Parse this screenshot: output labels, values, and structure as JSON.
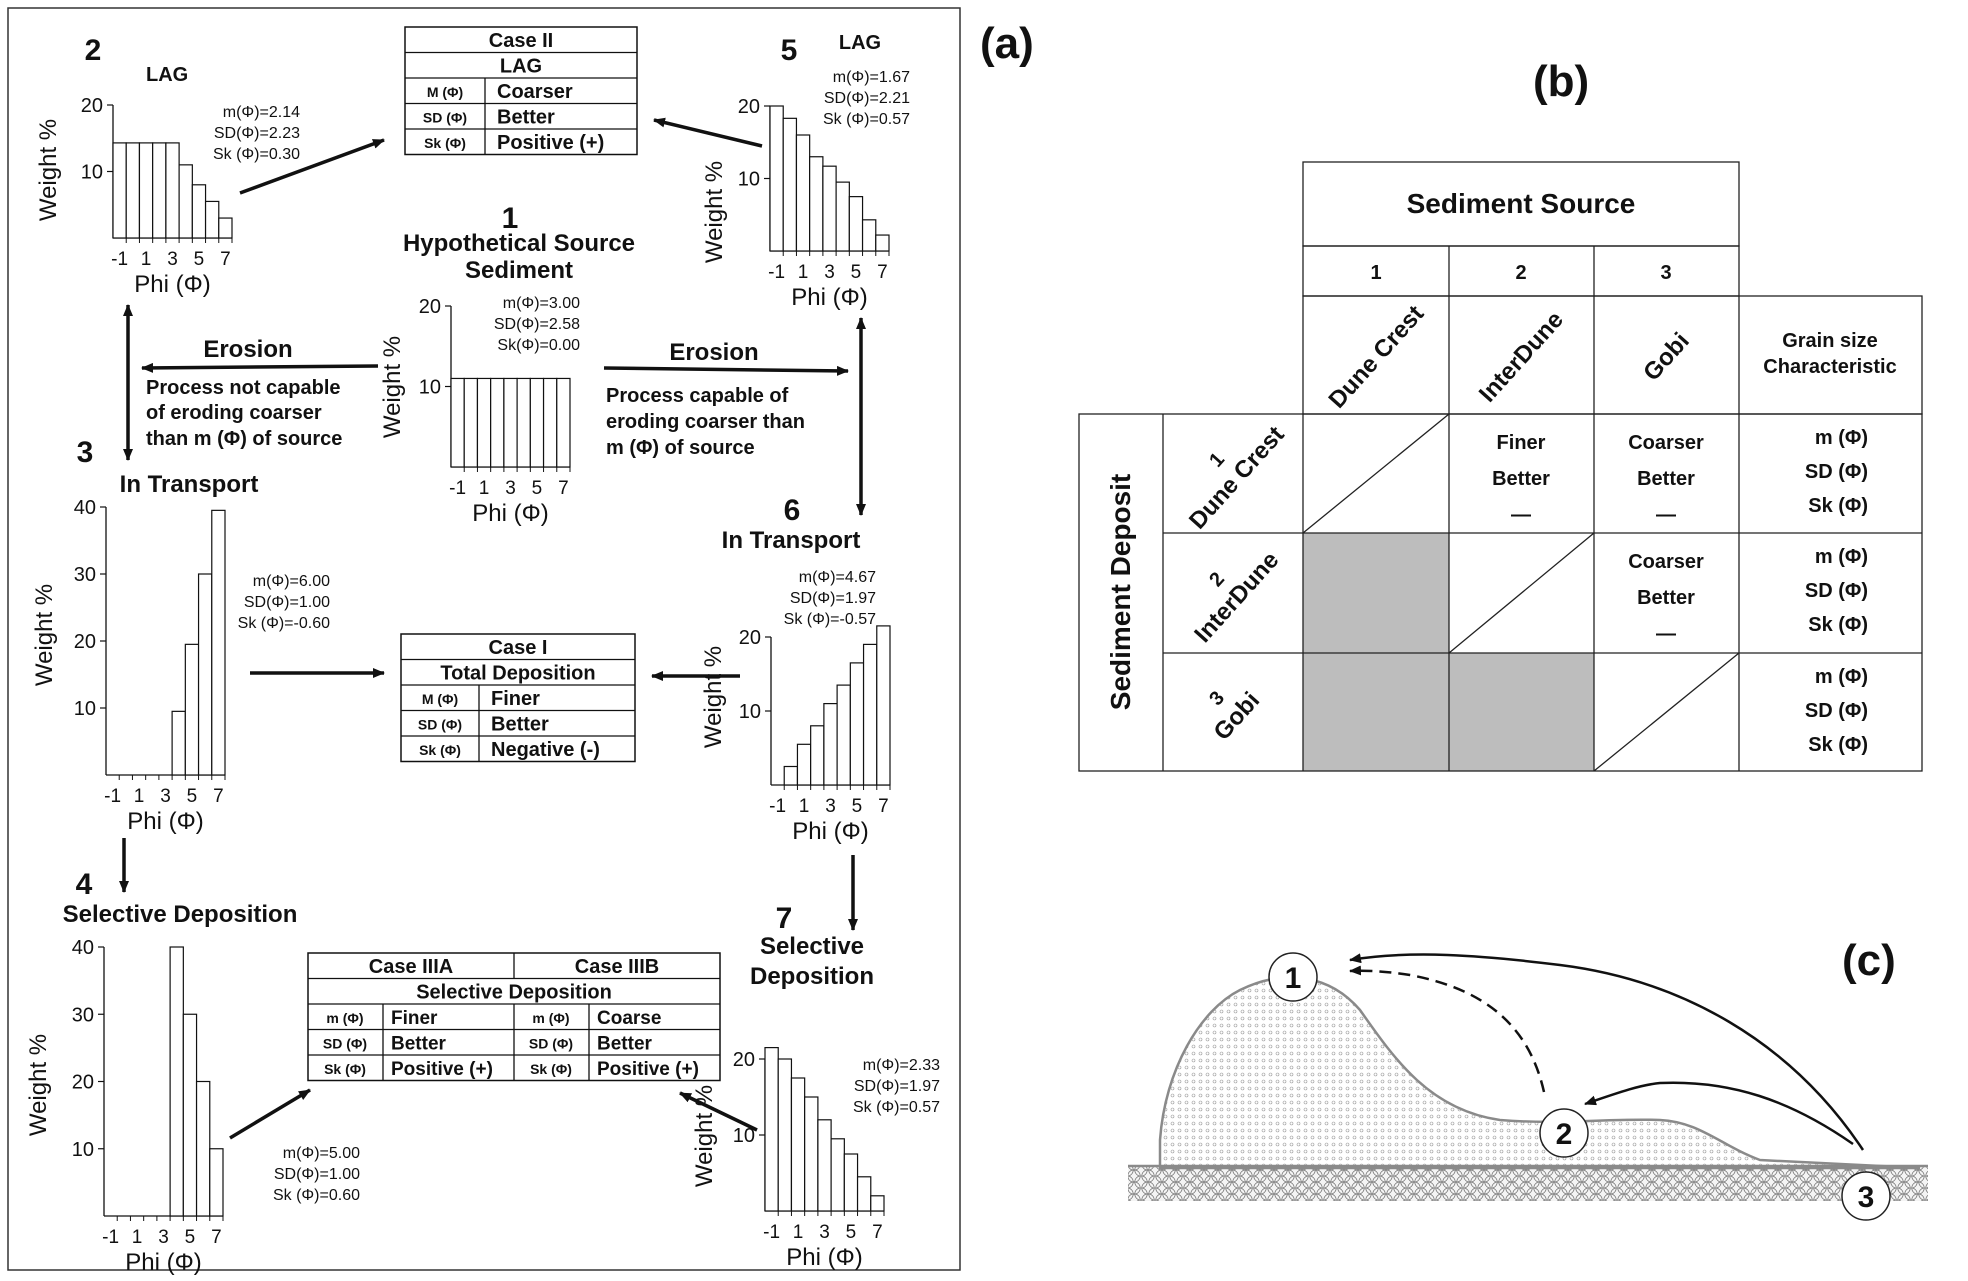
{
  "panel_labels": {
    "a": "(a)",
    "b": "(b)",
    "c": "(c)"
  },
  "panel_a": {
    "phi_label": "Phi (Φ)",
    "weight_label": "Weight %",
    "erosion_left": {
      "title": "Erosion",
      "lines": [
        "Process not capable",
        "of eroding coarser",
        "than m (Φ) of source"
      ]
    },
    "erosion_right": {
      "title": "Erosion",
      "lines": [
        "Process capable of",
        "eroding coarser than",
        "m (Φ) of source"
      ]
    },
    "histograms": [
      {
        "id": "h1",
        "number": "1",
        "title_lines": [
          "Hypothetical Source",
          "Sediment"
        ],
        "stats": [
          "m(Φ)=3.00",
          "SD(Φ)=2.58",
          "Sk(Φ)=0.00"
        ],
        "ymax": 20,
        "yticks": [
          10,
          20
        ],
        "xticks": [
          "-1",
          "1",
          "3",
          "5",
          "7"
        ],
        "values": [
          11,
          11,
          11,
          11,
          11,
          11,
          11,
          11,
          11
        ]
      },
      {
        "id": "h2",
        "number": "2",
        "title_lines": [
          "LAG"
        ],
        "stats": [
          "m(Φ)=2.14",
          "SD(Φ)=2.23",
          "Sk (Φ)=0.30"
        ],
        "ymax": 20,
        "yticks": [
          10,
          20
        ],
        "xticks": [
          "-1",
          "1",
          "3",
          "5",
          "7"
        ],
        "values": [
          14.3,
          14.3,
          14.3,
          14.3,
          14.3,
          11,
          8,
          5.5,
          3
        ]
      },
      {
        "id": "h3",
        "number": "3",
        "title_lines": [
          "In Transport"
        ],
        "stats": [
          "m(Φ)=6.00",
          "SD(Φ)=1.00",
          "Sk (Φ)=-0.60"
        ],
        "ymax": 40,
        "yticks": [
          10,
          20,
          30,
          40
        ],
        "xticks": [
          "-1",
          "1",
          "3",
          "5",
          "7"
        ],
        "values": [
          0,
          0,
          0,
          0,
          0,
          9.5,
          19.5,
          30,
          39.5
        ]
      },
      {
        "id": "h4",
        "number": "4",
        "title_lines": [
          "Selective Deposition"
        ],
        "stats": [
          "m(Φ)=5.00",
          "SD(Φ)=1.00",
          "Sk (Φ)=0.60"
        ],
        "ymax": 40,
        "yticks": [
          10,
          20,
          30,
          40
        ],
        "xticks": [
          "-1",
          "1",
          "3",
          "5",
          "7"
        ],
        "values": [
          0,
          0,
          0,
          0,
          0,
          40,
          30,
          20,
          10
        ]
      },
      {
        "id": "h5",
        "number": "5",
        "title_lines": [
          "LAG"
        ],
        "stats": [
          "m(Φ)=1.67",
          "SD(Φ)=2.21",
          "Sk (Φ)=0.57"
        ],
        "ymax": 20,
        "yticks": [
          10,
          20
        ],
        "xticks": [
          "-1",
          "1",
          "3",
          "5",
          "7"
        ],
        "values": [
          20,
          18.3,
          16,
          13,
          11.7,
          9.5,
          7.5,
          4.3,
          2.2
        ]
      },
      {
        "id": "h6",
        "number": "6",
        "title_lines": [
          "In Transport"
        ],
        "stats": [
          "m(Φ)=4.67",
          "SD(Φ)=1.97",
          "Sk (Φ)=-0.57"
        ],
        "ymax": 20,
        "yticks": [
          10,
          20
        ],
        "xticks": [
          "-1",
          "1",
          "3",
          "5",
          "7"
        ],
        "values": [
          0,
          2.5,
          5.5,
          8,
          11,
          13.5,
          16.5,
          19,
          21.5
        ]
      },
      {
        "id": "h7",
        "number": "7",
        "title_lines": [
          "Selective",
          "Deposition"
        ],
        "stats": [
          "m(Φ)=2.33",
          "SD(Φ)=1.97",
          "Sk (Φ)=0.57"
        ],
        "ymax": 20,
        "yticks": [
          10,
          20
        ],
        "xticks": [
          "-1",
          "1",
          "3",
          "5",
          "7"
        ],
        "values": [
          21.5,
          20,
          17.5,
          15,
          12,
          9.5,
          7.5,
          4.5,
          2
        ]
      }
    ],
    "case_tables": {
      "case2": {
        "title": "Case II",
        "subtitle": "LAG",
        "rows": [
          [
            "M (Φ)",
            "Coarser"
          ],
          [
            "SD (Φ)",
            "Better"
          ],
          [
            "Sk (Φ)",
            "Positive (+)"
          ]
        ]
      },
      "case1": {
        "title": "Case I",
        "subtitle": "Total Deposition",
        "rows": [
          [
            "M (Φ)",
            "Finer"
          ],
          [
            "SD (Φ)",
            "Better"
          ],
          [
            "Sk (Φ)",
            "Negative (-)"
          ]
        ]
      },
      "case3": {
        "title_a": "Case IIIA",
        "title_b": "Case IIIB",
        "subtitle": "Selective Deposition",
        "rows": [
          [
            "m (Φ)",
            "Finer",
            "m (Φ)",
            "Coarse"
          ],
          [
            "SD (Φ)",
            "Better",
            "SD (Φ)",
            "Better"
          ],
          [
            "Sk (Φ)",
            "Positive (+)",
            "Sk (Φ)",
            "Positive (+)"
          ]
        ]
      }
    }
  },
  "panel_b": {
    "source_header": "Sediment Source",
    "deposit_header": "Sediment Deposit",
    "grain_header_lines": [
      "Grain size",
      "Characteristic"
    ],
    "sources": [
      {
        "num": "1",
        "name": "Dune Crest"
      },
      {
        "num": "2",
        "name": "InterDune"
      },
      {
        "num": "3",
        "name": "Gobi"
      }
    ],
    "deposits": [
      {
        "num": "1",
        "name": "Dune Crest"
      },
      {
        "num": "2",
        "name": "InterDune"
      },
      {
        "num": "3",
        "name": "Gobi"
      }
    ],
    "grain_rows": [
      "m (Φ)",
      "SD (Φ)",
      "Sk  (Φ)"
    ],
    "grain_rows_first": [
      "m (Φ)",
      "SD (Φ)",
      "Sk  (Φ)"
    ],
    "cells": [
      [
        {
          "type": "diag"
        },
        {
          "type": "text",
          "lines": [
            "Finer",
            "Better",
            "—"
          ]
        },
        {
          "type": "text",
          "lines": [
            "Coarser",
            "Better",
            "—"
          ]
        }
      ],
      [
        {
          "type": "gray"
        },
        {
          "type": "diag"
        },
        {
          "type": "text",
          "lines": [
            "Coarser",
            "Better",
            "—"
          ]
        }
      ],
      [
        {
          "type": "gray"
        },
        {
          "type": "gray"
        },
        {
          "type": "diag"
        }
      ]
    ]
  },
  "panel_c": {
    "sites": [
      "1",
      "2",
      "3"
    ]
  }
}
